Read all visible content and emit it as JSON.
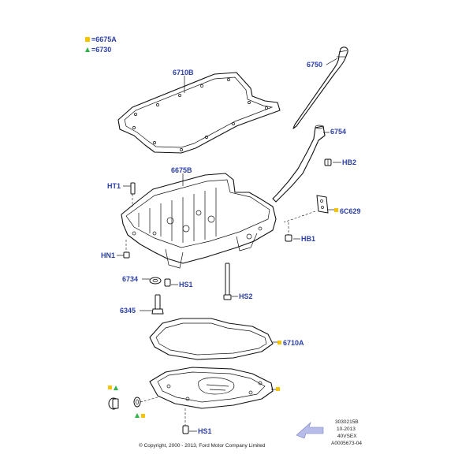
{
  "legend": {
    "items": [
      {
        "symbol": "square",
        "color": "#f5c400",
        "text": "=6675A"
      },
      {
        "symbol": "triangle",
        "color": "#2fb34a",
        "text": "=6730"
      }
    ]
  },
  "callouts": {
    "c6750": "6750",
    "c6710B": "6710B",
    "c6754": "6754",
    "cHB2": "HB2",
    "c6675B": "6675B",
    "cHT1": "HT1",
    "c6C629": "6C629",
    "cHB1": "HB1",
    "cHN1": "HN1",
    "c6734": "6734",
    "cHS1a": "HS1",
    "cHS2": "HS2",
    "c6345": "6345",
    "c6710A": "6710A",
    "cHS1b": "HS1"
  },
  "stamp": {
    "line1": "3030215B",
    "line2": "10-2013",
    "line3": "40VSEX",
    "line4": "A0005673-04"
  },
  "footer": {
    "copyright": "© Copyright, 2000 - 2013, Ford Motor Company Limited"
  },
  "colors": {
    "label": "#2b3fa8",
    "square_marker": "#f5c400",
    "triangle_marker": "#2fb34a",
    "arrow_fill": "#b7bce8"
  }
}
